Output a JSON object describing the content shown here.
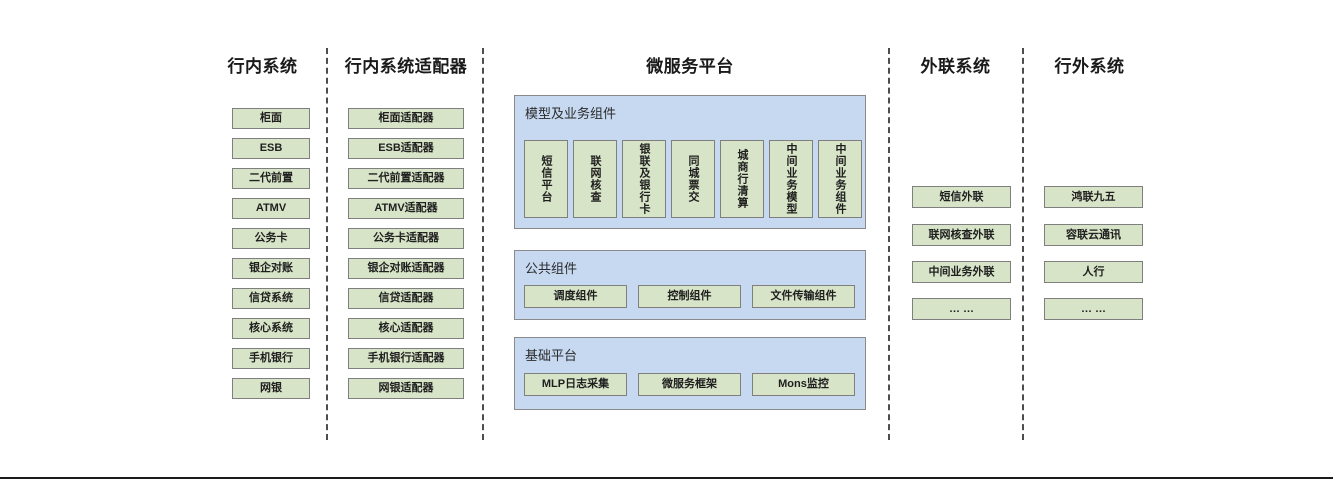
{
  "columns": [
    {
      "key": "inbank",
      "title": "行内系统",
      "items": [
        "柜面",
        "ESB",
        "二代前置",
        "ATMV",
        "公务卡",
        "银企对账",
        "信贷系统",
        "核心系统",
        "手机银行",
        "网银"
      ]
    },
    {
      "key": "inbank_adapter",
      "title": "行内系统适配器",
      "items": [
        "柜面适配器",
        "ESB适配器",
        "二代前置适配器",
        "ATMV适配器",
        "公务卡适配器",
        "银企对账适配器",
        "信贷适配器",
        "核心适配器",
        "手机银行适配器",
        "网银适配器"
      ]
    },
    {
      "key": "external_link",
      "title": "外联系统",
      "items": [
        "短信外联",
        "联网核查外联",
        "中间业务外联",
        "… …"
      ]
    },
    {
      "key": "outbank",
      "title": "行外系统",
      "items": [
        "鸿联九五",
        "容联云通讯",
        "人行",
        "… …"
      ]
    }
  ],
  "platform": {
    "title": "微服务平台",
    "sections": [
      {
        "key": "model_business",
        "label": "模型及业务组件",
        "orientation": "vertical",
        "items": [
          "短信平台",
          "联网核查",
          "银联及银行卡",
          "同城票交",
          "城商行清算",
          "中间业务模型",
          "中间业务组件"
        ]
      },
      {
        "key": "public_components",
        "label": "公共组件",
        "orientation": "horizontal",
        "items": [
          "调度组件",
          "控制组件",
          "文件传输组件"
        ]
      },
      {
        "key": "base_platform",
        "label": "基础平台",
        "orientation": "horizontal",
        "items": [
          "MLP日志采集",
          "微服务框架",
          "Mons监控"
        ]
      }
    ]
  },
  "colors": {
    "box_fill": "#d7e4c7",
    "box_border": "#7f7f7f",
    "panel_fill": "#c6d9f1",
    "panel_border": "#8a8a8a",
    "separator": "#4d4d4d",
    "text": "#1f1f1f"
  }
}
